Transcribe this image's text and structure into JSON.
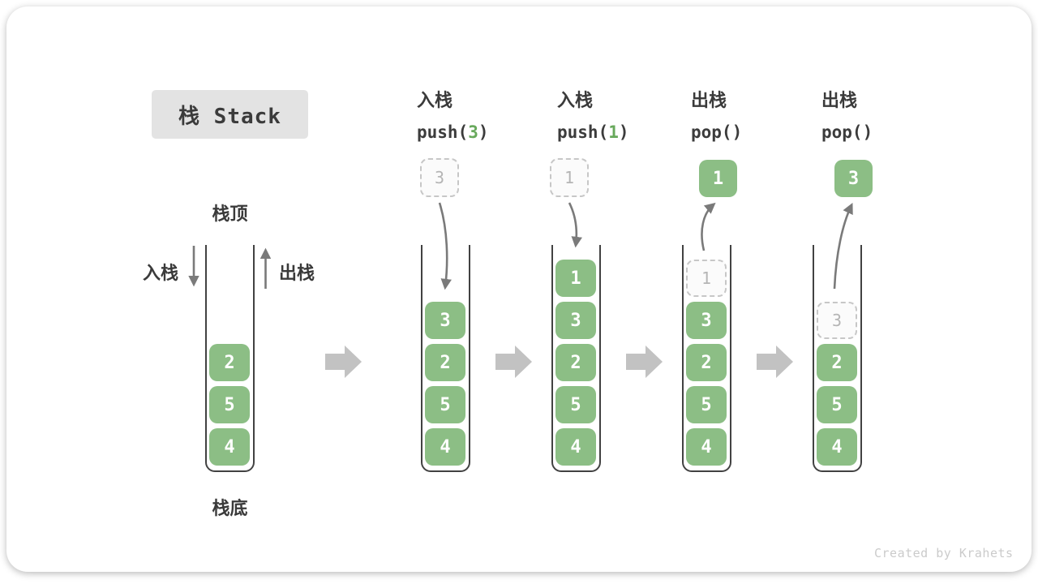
{
  "title": "栈 Stack",
  "watermark": "Created by Krahets",
  "legend": {
    "stack_top": "栈顶",
    "stack_bottom": "栈底",
    "push": "入栈",
    "pop": "出栈"
  },
  "colors": {
    "element_green": "#8cbe85",
    "code_arg_green": "#68a95c",
    "tube_border": "#424242",
    "thin_arrow_gray": "#7a7a7a",
    "transition_arrow_gray": "#c2c2c2",
    "title_badge_bg": "#e3e3e3",
    "text_dark": "#3a3a3a",
    "ghost_border": "#c7c7c7",
    "ghost_text": "#b5b5b5",
    "watermark_gray": "#cbcbcb"
  },
  "stages": [
    {
      "name": "initial",
      "items": [
        "2",
        "5",
        "4"
      ]
    },
    {
      "name": "push-3",
      "op": "入栈",
      "code_pre": "push(",
      "code_arg": "3",
      "code_post": ")",
      "incoming": "3",
      "items": [
        "3",
        "2",
        "5",
        "4"
      ]
    },
    {
      "name": "push-1",
      "op": "入栈",
      "code_pre": "push(",
      "code_arg": "1",
      "code_post": ")",
      "incoming": "1",
      "items": [
        "1",
        "3",
        "2",
        "5",
        "4"
      ]
    },
    {
      "name": "pop-1",
      "op": "出栈",
      "code_pre": "pop()",
      "code_arg": "",
      "code_post": "",
      "popped": "1",
      "ghost": "1",
      "items": [
        "3",
        "2",
        "5",
        "4"
      ]
    },
    {
      "name": "pop-3",
      "op": "出栈",
      "code_pre": "pop()",
      "code_arg": "",
      "code_post": "",
      "popped": "3",
      "ghost": "3",
      "items": [
        "2",
        "5",
        "4"
      ]
    }
  ]
}
